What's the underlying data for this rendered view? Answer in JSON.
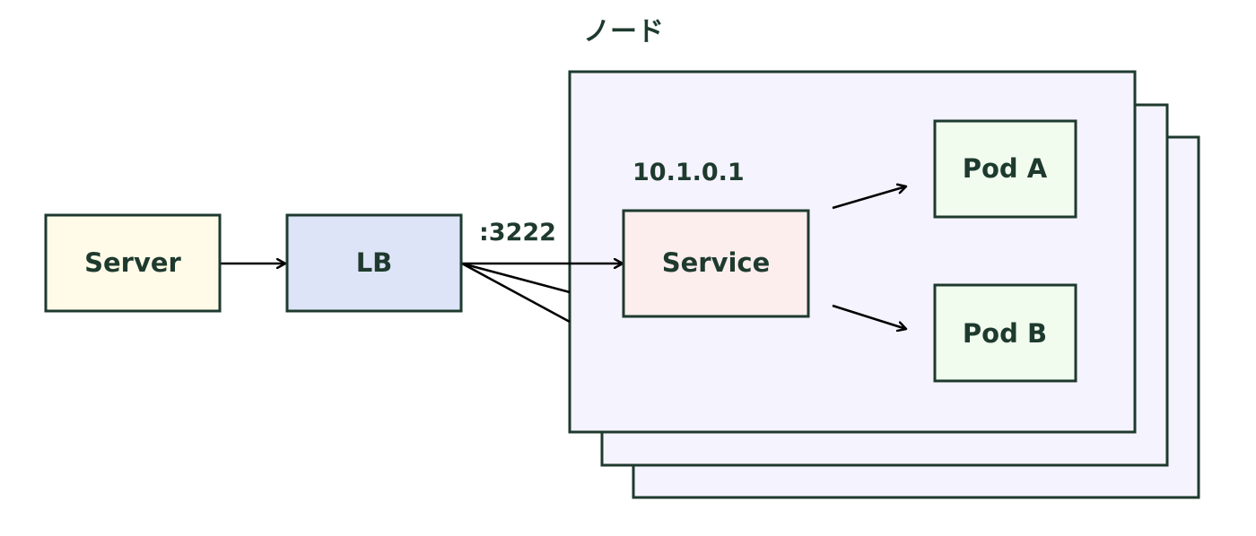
{
  "diagram": {
    "node_group": {
      "title": "ノード",
      "fill": "#f5f3fe",
      "stack_count": 3
    },
    "boxes": {
      "server": {
        "label": "Server",
        "fill": "#fffbe8"
      },
      "lb": {
        "label": "LB",
        "fill": "#dde4f7"
      },
      "service": {
        "label": "Service",
        "fill": "#fdeeee"
      },
      "pod_a": {
        "label": "Pod A",
        "fill": "#f1fcee"
      },
      "pod_b": {
        "label": "Pod B",
        "fill": "#f1fcee"
      }
    },
    "labels": {
      "port": ":3222",
      "service_ip": "10.1.0.1"
    },
    "edges": [
      {
        "from": "Server",
        "to": "LB"
      },
      {
        "from": "LB",
        "to": "Service"
      },
      {
        "from": "Service",
        "to": "Pod A"
      },
      {
        "from": "Service",
        "to": "Pod B"
      }
    ],
    "colors": {
      "border": "#1e3a2e",
      "text": "#1e3a2e",
      "arrow": "#000000"
    }
  }
}
